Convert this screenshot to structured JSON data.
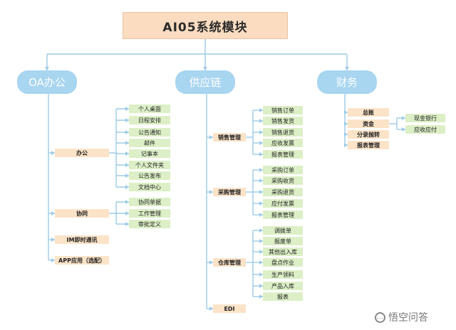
{
  "title": "AI05系统模块",
  "modules": {
    "oa": {
      "label": "OA办公",
      "groups": [
        {
          "label": "办公",
          "items": [
            "个人桌面",
            "日程安排",
            "公告通知",
            "邮件",
            "记事本",
            "个人文件夹",
            "公告发布",
            "文档中心"
          ]
        },
        {
          "label": "协同",
          "items": [
            "协同单据",
            "工作管理",
            "审批定义"
          ]
        },
        {
          "label": "IM即时通讯",
          "items": []
        },
        {
          "label": "APP应用（选配）",
          "items": []
        }
      ]
    },
    "supply": {
      "label": "供应链",
      "groups": [
        {
          "label": "销售管理",
          "items": [
            "销售订单",
            "销售发货",
            "销售退货",
            "应收发票",
            "报表管理"
          ]
        },
        {
          "label": "采购管理",
          "items": [
            "采购订单",
            "采购收货",
            "采购退货",
            "应付发票",
            "报表管理"
          ]
        },
        {
          "label": "仓库管理",
          "items": [
            "调拨单",
            "报废单",
            "其他出入库",
            "盘点作业",
            "生产领料",
            "产品入库",
            "报表"
          ]
        },
        {
          "label": "EDI",
          "items": []
        }
      ]
    },
    "finance": {
      "label": "财务",
      "groups": [
        {
          "label": "总账",
          "items": []
        },
        {
          "label": "资金",
          "items": [
            "现金银行",
            "应收应付"
          ]
        },
        {
          "label": "分录抛转",
          "items": []
        },
        {
          "label": "报表管理",
          "items": []
        }
      ]
    }
  },
  "watermark": {
    "text": "悟空问答",
    "icon": "speech-bubble-icon"
  },
  "colors": {
    "line": "#9ccbe6",
    "title_fill": "#fbdcc0",
    "top_fill": "#a8d5f0",
    "category_fill": "#fbe3c8",
    "leaf_fill": "#dcefc6"
  }
}
